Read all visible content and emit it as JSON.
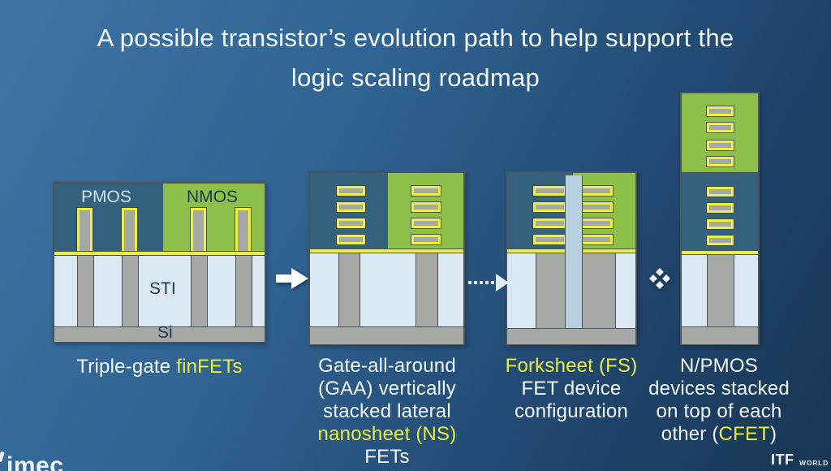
{
  "title": {
    "line1": "A possible transistor’s evolution path to help support the",
    "line2": "logic scaling roadmap"
  },
  "diagram_labels": {
    "pmos": "PMOS",
    "nmos": "NMOS",
    "sti": "STI",
    "si": "Si"
  },
  "captions": [
    {
      "name": "finfet",
      "lines": [
        [
          {
            "t": "Triple-gate ",
            "c": "w"
          },
          {
            "t": "finFETs",
            "c": "y"
          }
        ]
      ]
    },
    {
      "name": "gaa-nanosheet",
      "lines": [
        [
          {
            "t": "Gate-all-around",
            "c": "w"
          }
        ],
        [
          {
            "t": "(GAA) vertically",
            "c": "w"
          }
        ],
        [
          {
            "t": "stacked lateral",
            "c": "w"
          }
        ],
        [
          {
            "t": "nanosheet (NS)",
            "c": "y"
          },
          {
            "t": " FETs",
            "c": "w"
          }
        ]
      ]
    },
    {
      "name": "forksheet",
      "lines": [
        [
          {
            "t": "Forksheet (FS)",
            "c": "y"
          }
        ],
        [
          {
            "t": "FET device",
            "c": "w"
          }
        ],
        [
          {
            "t": "configuration",
            "c": "w"
          }
        ]
      ]
    },
    {
      "name": "cfet",
      "lines": [
        [
          {
            "t": "N/PMOS",
            "c": "w"
          }
        ],
        [
          {
            "t": "devices stacked",
            "c": "w"
          }
        ],
        [
          {
            "t": "on top of each",
            "c": "w"
          }
        ],
        [
          {
            "t": "other (",
            "c": "w"
          },
          {
            "t": "CFET",
            "c": "y"
          },
          {
            "t": ")",
            "c": "w"
          }
        ]
      ]
    }
  ],
  "icons": {
    "arrow_solid": "block-arrow-right",
    "arrow_dotted": "dotted-arrow-right",
    "transition_diamonds": "diamond-cluster"
  },
  "footer": {
    "imec": "imec",
    "itf": "ITF",
    "itf_world": "WORLD"
  },
  "colors": {
    "background_top": "#3f74a4",
    "background_bottom": "#173653",
    "pmos_teal": "#33617e",
    "nmos_green": "#8dbf4a",
    "gate_yellow": "#edf03e",
    "sti_light": "#dde9f2",
    "silicon_gray": "#a5a8a3",
    "outline_dark": "#4a555b",
    "forksheet_wall_blue": "#b7d0e0",
    "text_white": "#f2f7fb",
    "text_yellow": "#e9ef3e",
    "label_dark": "#1d3950"
  }
}
